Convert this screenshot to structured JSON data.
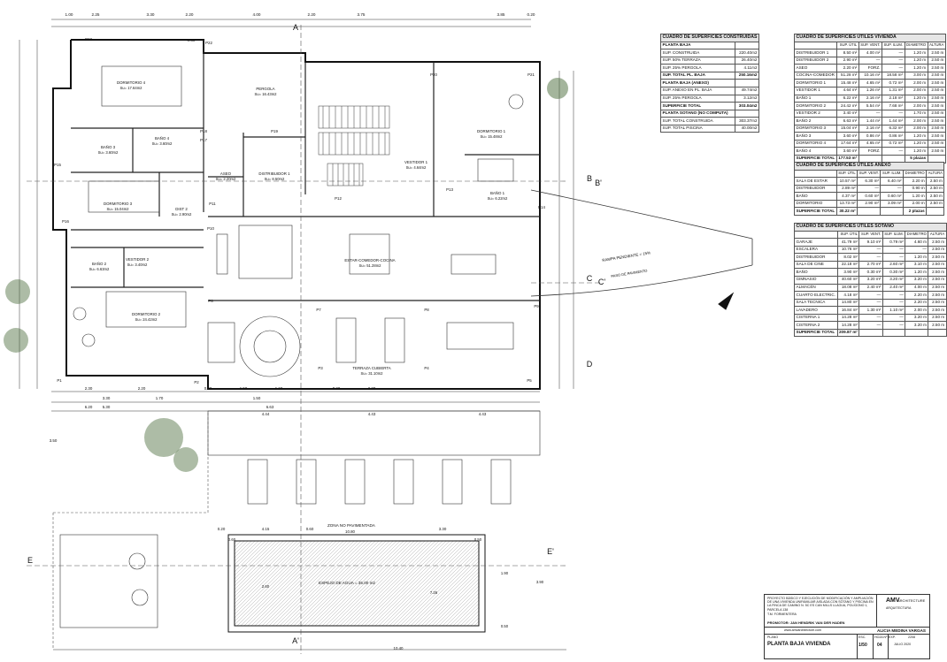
{
  "top_dimensions": [
    "1.00",
    "2.25",
    "3.30",
    "2.20",
    "4.00",
    "2.20",
    "3.75",
    "3.85",
    "0.20",
    "0.30"
  ],
  "bottom_dimensions": [
    "2.30",
    "2.20",
    "3.30",
    "6.20",
    "0.20",
    "1.50",
    "1.60",
    "1.70",
    "5.30",
    "1.50",
    "0.20",
    "2.20",
    "6.63",
    "4.44",
    "4.43",
    "4.43",
    "3.50",
    "0.20",
    "4.15",
    "0.60",
    "3.30",
    "10.40"
  ],
  "section_marks": [
    "A",
    "A'",
    "B",
    "B'",
    "C",
    "C'",
    "D",
    "E",
    "E'"
  ],
  "pillars": [
    "P1",
    "P2",
    "P3",
    "P4",
    "P5",
    "P6",
    "P7",
    "P8",
    "P9",
    "P10",
    "P11",
    "P12",
    "P13",
    "P14",
    "P15",
    "P16",
    "P17",
    "P18",
    "P19",
    "P20",
    "P21",
    "P22",
    "P23"
  ],
  "rooms": [
    {
      "name": "DORMITORIO 4",
      "area": "Su= 17.64m2"
    },
    {
      "name": "PERGOLA",
      "area": "Su= 16.43m2"
    },
    {
      "name": "BAÑO 3",
      "area": "Su= 3.60m2"
    },
    {
      "name": "BAÑO 4",
      "area": "Su= 3.60m2"
    },
    {
      "name": "DORMITORIO 1",
      "area": "Su= 15.48m2"
    },
    {
      "name": "VESTIDOR 1",
      "area": "Su= 4.64m2"
    },
    {
      "name": "BAÑO 1",
      "area": "Su= 6.22m2"
    },
    {
      "name": "DISTRIBUIDOR 1",
      "area": "Su= 8.50m2"
    },
    {
      "name": "ASEO",
      "area": "Su= 2.20m2"
    },
    {
      "name": "DORMITORIO 3",
      "area": "Su= 15.04m2"
    },
    {
      "name": "DIST 2",
      "area": "Su= 2.90m2"
    },
    {
      "name": "VESTIDOR 2",
      "area": "Su= 3.40m2"
    },
    {
      "name": "BAÑO 2",
      "area": "Su= 6.63m2"
    },
    {
      "name": "DORMITORIO 2",
      "area": "Su= 24.42m2"
    },
    {
      "name": "ESTAR-COMEDOR-COCINA",
      "area": "Su= 51.28m2"
    },
    {
      "name": "TERRAZA CUBIERTA",
      "area": "Su= 31.10m2"
    }
  ],
  "slope_label": "RAMPA PENDIENTE = 15%",
  "slope_sublabel": "PASO DE PAVIMENTO",
  "zone_label": "ZONA NO PAVIMENTADA",
  "zone_dimension": "10.80",
  "pool_label": "ESPEJO DE AGUA = 35.00 m2",
  "pool_dims": [
    "0.60",
    "2.60",
    "7.26",
    "0.50",
    "1.90",
    "3.90",
    "0.50"
  ],
  "table_constructed": {
    "title": "CUADRO DE SUPERFICIES CONSTRUIDAS",
    "rows": [
      {
        "label": "PLANTA BAJA",
        "value": "",
        "section": true
      },
      {
        "label": "SUP. CONSTRUIDA",
        "value": "220.40m2"
      },
      {
        "label": "SUP. 50% TERRAZA",
        "value": "26.40m2"
      },
      {
        "label": "SUP. 25% PERGOLA",
        "value": "4.11m2"
      },
      {
        "label": "SUP. TOTAL PL. BAJA",
        "value": "250.16m2",
        "bold": true
      },
      {
        "label": "PLANTA BAJA (ANEXO)",
        "value": "",
        "section": true
      },
      {
        "label": "SUP. ANEXO EN PL. BAJA",
        "value": "49.74m2"
      },
      {
        "label": "SUP. 25% PERGOLA",
        "value": "3.12m2"
      },
      {
        "label": "SUPERFICIE TOTAL",
        "value": "303.04m2",
        "bold": true
      },
      {
        "label": "PLANTA SOTANO (NO COMPUTA)",
        "value": "",
        "section": true
      },
      {
        "label": "SUP. TOTAL CONSTRUIDA",
        "value": "303.37m2"
      },
      {
        "label": "SUP. TOTAL PISCINA",
        "value": "40.00m2"
      }
    ]
  },
  "table_vivienda": {
    "title": "CUADRO DE SUPERFICIES ÚTILES VIVIENDA",
    "headers": [
      "",
      "SUP. ÚTIL",
      "SUP. VENT.",
      "SUP. ILUM.",
      "DIAMETRO",
      "ALTURA"
    ],
    "rows": [
      [
        "DISTRIBUIDOR 1",
        "8.50 m²",
        "4.00 m²",
        "—",
        "1.20 m",
        "2.50 m"
      ],
      [
        "DISTRIBUIDOR 2",
        "2.90 m²",
        "—",
        "—",
        "1.20 m",
        "2.50 m"
      ],
      [
        "ASEO",
        "2.20 m²",
        "FORZ.",
        "—",
        "1.20 m",
        "2.50 m"
      ],
      [
        "COCINA-COMEDOR",
        "51.28 m²",
        "10.16 m²",
        "18.58 m²",
        "3.00 m",
        "2.50 m"
      ],
      [
        "DORMITORIO 1",
        "15.48 m²",
        "4.65 m²",
        "0.72 m²",
        "2.00 m",
        "2.50 m"
      ],
      [
        "VESTIDOR 1",
        "4.64 m²",
        "1.26 m²",
        "1.31 m²",
        "2.00 m",
        "2.50 m"
      ],
      [
        "BAÑO 1",
        "6.22 m²",
        "2.16 m²",
        "2.18 m²",
        "1.20 m",
        "2.50 m"
      ],
      [
        "DORMITORIO 2",
        "24.42 m²",
        "5.54 m²",
        "7.68 m²",
        "2.00 m",
        "2.50 m"
      ],
      [
        "VESTIDOR 2",
        "3.40 m²",
        "—",
        "—",
        "1.70 m",
        "2.50 m"
      ],
      [
        "BAÑO 2",
        "6.63 m²",
        "1.44 m²",
        "1.44 m²",
        "2.00 m",
        "2.50 m"
      ],
      [
        "DORMITORIO 3",
        "15.04 m²",
        "2.16 m²",
        "6.32 m²",
        "2.00 m",
        "2.50 m"
      ],
      [
        "BAÑO 3",
        "3.60 m²",
        "0.86 m²",
        "0.86 m²",
        "1.20 m",
        "2.50 m"
      ],
      [
        "DORMITORIO 4",
        "17.64 m²",
        "4.65 m²",
        "0.72 m²",
        "1.20 m",
        "2.50 m"
      ],
      [
        "BAÑO 4",
        "3.60 m²",
        "FORZ.",
        "—",
        "1.20 m",
        "2.50 m"
      ]
    ],
    "total": [
      "SUPERFICIE TOTAL",
      "177.53 m²",
      "",
      "",
      "5 plazas",
      ""
    ]
  },
  "table_anexo": {
    "title": "CUADRO DE SUPERFICIES ÚTILES ANEXO",
    "headers": [
      "",
      "SUP. ÚTIL",
      "SUP. VENT.",
      "SUP. ILUM.",
      "DIAMETRO",
      "ALTURA"
    ],
    "rows": [
      [
        "SALA DE ESTAR",
        "10.57 m²",
        "6.30 m²",
        "6.40 m²",
        "2.20 m",
        "2.50 m"
      ],
      [
        "DISTRIBUIDOR",
        "2.89 m²",
        "—",
        "—",
        "0.90 m",
        "2.50 m"
      ],
      [
        "BAÑO",
        "4.37 m²",
        "0.60 m²",
        "0.60 m²",
        "1.20 m",
        "2.50 m"
      ],
      [
        "DORMITORIO",
        "13.73 m²",
        "2.90 m²",
        "3.09 m²",
        "2.00 m",
        "2.50 m"
      ]
    ],
    "total": [
      "SUPERFICIE TOTAL",
      "30.22 m²",
      "",
      "",
      "2 plazas",
      ""
    ]
  },
  "table_sotano": {
    "title": "CUADRO DE SUPERFICIES ÚTILES SOTANO",
    "headers": [
      "",
      "SUP. ÚTIL",
      "SUP. VENT.",
      "SUP. ILUM.",
      "DIAMETRO",
      "ALTURA"
    ],
    "rows": [
      [
        "GARAJE",
        "41.79 m²",
        "9.10 m²",
        "0.79 m²",
        "4.60 m",
        "2.50 m"
      ],
      [
        "ESCALERA",
        "10.76 m²",
        "—",
        "—",
        "—",
        "2.50 m"
      ],
      [
        "DISTRIBUIDOR",
        "8.02 m²",
        "—",
        "—",
        "1.20 m",
        "2.50 m"
      ],
      [
        "SALA DE CINE",
        "22.18 m²",
        "2.70 m²",
        "2.60 m²",
        "3.10 m",
        "2.50 m"
      ],
      [
        "BAÑO",
        "3.90 m²",
        "0.30 m²",
        "0.30 m²",
        "1.20 m",
        "2.50 m"
      ],
      [
        "GIMNASIO",
        "40.60 m²",
        "3.20 m²",
        "3.20 m²",
        "3.20 m",
        "2.50 m"
      ],
      [
        "ALMACÉN",
        "18.08 m²",
        "2.40 m²",
        "2.40 m²",
        "4.00 m",
        "2.50 m"
      ],
      [
        "CUARTO ELECTRIC.",
        "4.18 m²",
        "—",
        "—",
        "2.20 m",
        "2.50 m"
      ],
      [
        "SALA TECNICA",
        "14.80 m²",
        "—",
        "—",
        "2.20 m",
        "2.50 m"
      ],
      [
        "LAVADERO",
        "16.84 m²",
        "1.30 m²",
        "1.10 m²",
        "2.00 m",
        "2.50 m"
      ],
      [
        "CISTERNA 1",
        "14.28 m²",
        "—",
        "—",
        "3.20 m",
        "2.50 m"
      ],
      [
        "CISTERNA 2",
        "14.28 m²",
        "—",
        "—",
        "3.20 m",
        "2.50 m"
      ]
    ],
    "total": [
      "SUPERFICIE TOTAL",
      "209.87 m²",
      "",
      "",
      "",
      ""
    ]
  },
  "title_block": {
    "project": "PROYECTO BÁSICO Y EJECUCIÓN DE MODIFICACIÓN Y AMPLIACIÓN DE UNA VIVIENDA UNIFAMILIAR AISLADA CON SÓTANO Y PISCINA EN LA FINCA DE CAMINO N. 5C ES CAN MILLS LLAGUA, POLÍGONO 1, PARCELA 138",
    "location": "T.M. FORMENTERA",
    "promoter": "PROMOTOR: JAN HENDRIK VAN DER HADEN",
    "website": "www.amvarchitecture.com",
    "architect": "ALICIA MEDINA VARGAS",
    "logo": "AMV",
    "firm": "ARCHITECTURE",
    "firm_sub": "ARQUITECTURA",
    "plan_label": "PLANO",
    "plan_name": "PLANTA BAJA VIVIENDA",
    "scale_label": "ESC.",
    "scale": "1/50",
    "sheet_label": "HOJA Nº",
    "sheet": "04",
    "exp_label": "EXP.",
    "exp": "2208",
    "date": "JULIO 2020"
  }
}
